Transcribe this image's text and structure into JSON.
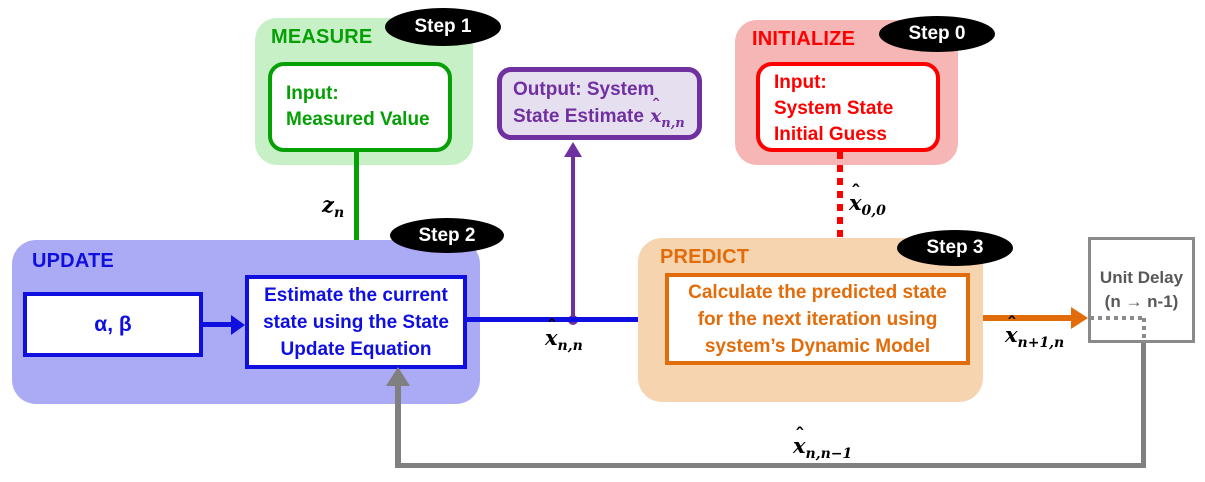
{
  "groups": {
    "measure": {
      "title": "MEASURE",
      "step": "Step 1",
      "input_lines": [
        "Input:",
        "Measured Value"
      ]
    },
    "initialize": {
      "title": "INITIALIZE",
      "step": "Step 0",
      "input_lines": [
        "Input:",
        "System State",
        "Initial Guess"
      ]
    },
    "update": {
      "title": "UPDATE",
      "step": "Step 2",
      "alpha_beta": "α, β",
      "estimate_lines": [
        "Estimate the current",
        "state using the State",
        "Update Equation"
      ]
    },
    "predict": {
      "title": "PREDICT",
      "step": "Step 3",
      "calc_lines": [
        "Calculate the predicted state",
        "for the next iteration using",
        "system’s Dynamic Model"
      ]
    }
  },
  "output_box": {
    "line1": "Output: System",
    "line2_prefix": "State Estimate"
  },
  "unit_delay": {
    "line1": "Unit Delay",
    "line2": "(n → n-1)"
  },
  "labels": {
    "z_n": {
      "hat": "",
      "base": "z",
      "sub": "n"
    },
    "x_00": {
      "hat": "ˆ",
      "base": "x",
      "sub": "0,0"
    },
    "x_nn": {
      "hat": "ˆ",
      "base": "x",
      "sub": "n,n"
    },
    "x_n1n": {
      "hat": "ˆ",
      "base": "x",
      "sub": "n+1,n"
    },
    "x_nn1": {
      "hat": "ˆ",
      "base": "x",
      "sub": "n,n−1"
    }
  },
  "colors": {
    "green": "#05A005",
    "green_bg": "#C8F0C7",
    "blue": "#0F0FE0",
    "blue_bg": "#ABABF5",
    "red": "#FF0000",
    "red_bg": "#F6B6B6",
    "purple": "#7030A0",
    "purple_bg": "#E6DFF0",
    "orange": "#E36C0A",
    "orange_bg": "#F6D4AF",
    "gray_line": "#808080",
    "gray_text": "#58585A",
    "badge_bg": "#000000",
    "badge_text": "#FFFFFF"
  }
}
